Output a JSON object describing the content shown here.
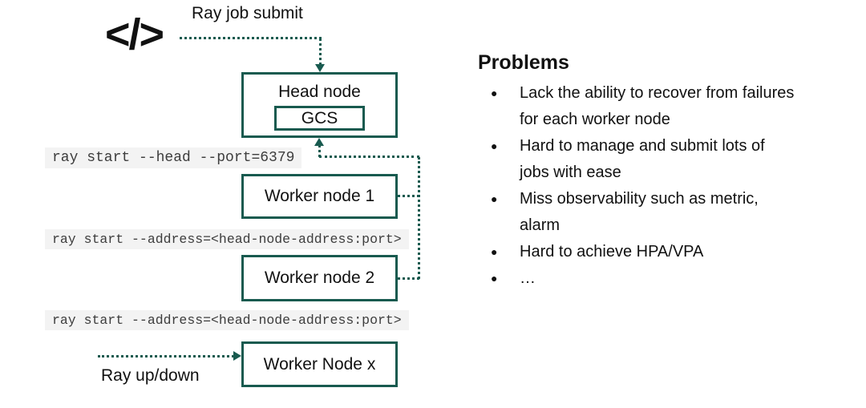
{
  "diagram": {
    "accent_color": "#185a4f",
    "code_icon_glyph": "</>",
    "job_submit_label": "Ray job submit",
    "ray_updown_label": "Ray up/down",
    "nodes": {
      "head": {
        "label": "Head node",
        "inner": "GCS"
      },
      "worker1": "Worker node 1",
      "worker2": "Worker node 2",
      "workerx": "Worker Node x"
    },
    "commands": {
      "head_cmd": "ray start --head --port=6379",
      "worker_cmd_1": "ray start --address=<head-node-address:port>",
      "worker_cmd_2": "ray start --address=<head-node-address:port>"
    }
  },
  "problems": {
    "title": "Problems",
    "bullet_glyph": "●",
    "items": [
      "Lack the ability to recover from failures\nfor each worker node",
      "Hard to manage and submit lots of\njobs with ease",
      "Miss observability such as metric,\nalarm",
      "Hard to achieve HPA/VPA",
      "…"
    ]
  }
}
